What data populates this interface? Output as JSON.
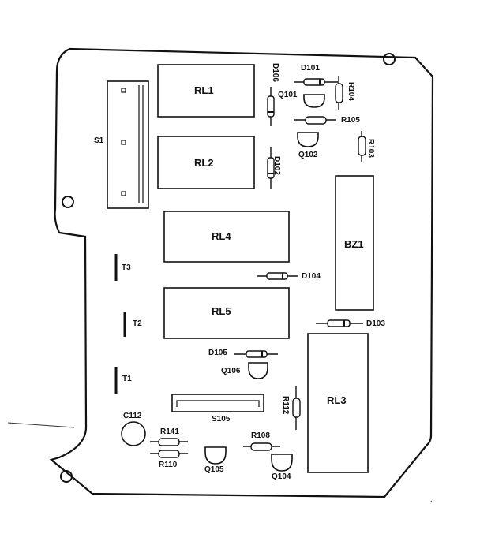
{
  "relays": {
    "rl1": "RL1",
    "rl2": "RL2",
    "rl3": "RL3",
    "rl4": "RL4",
    "rl5": "RL5"
  },
  "buzzer": "BZ1",
  "switch_s1": "S1",
  "connector_s105": "S105",
  "diodes": {
    "d101": "D101",
    "d102": "D102",
    "d103": "D103",
    "d104": "D104",
    "d105": "D105",
    "d106": "D106"
  },
  "transistors": {
    "q101": "Q101",
    "q102": "Q102",
    "q104": "Q104",
    "q105": "Q105",
    "q106": "Q106"
  },
  "resistors": {
    "r103": "R103",
    "r104": "R104",
    "r105": "R105",
    "r108": "R108",
    "r110": "R110",
    "r111": "R141",
    "r112": "R112"
  },
  "capacitor": "C112",
  "test_points": {
    "t1": "T1",
    "t2": "T2",
    "t3": "T3"
  }
}
